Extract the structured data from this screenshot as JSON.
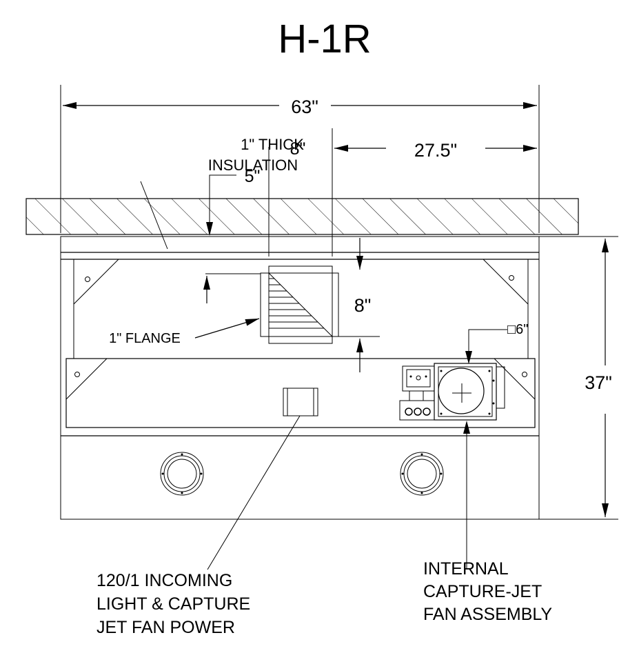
{
  "title": "H-1R",
  "dimensions": {
    "overall_width": "63\"",
    "offset": "27.5\"",
    "duct_width": "8\"",
    "duct_height": "8\"",
    "ceiling_gap": "5\"",
    "height": "37\"",
    "fan_size": "□6\""
  },
  "labels": {
    "insulation_line1": "1\" THICK",
    "insulation_line2": "INSULATION",
    "flange": "1\" FLANGE",
    "power_line1": "120/1 INCOMING",
    "power_line2": "LIGHT & CAPTURE",
    "power_line3": "JET FAN POWER",
    "fan_line1": "INTERNAL",
    "fan_line2": "CAPTURE-JET",
    "fan_line3": "FAN ASSEMBLY"
  }
}
